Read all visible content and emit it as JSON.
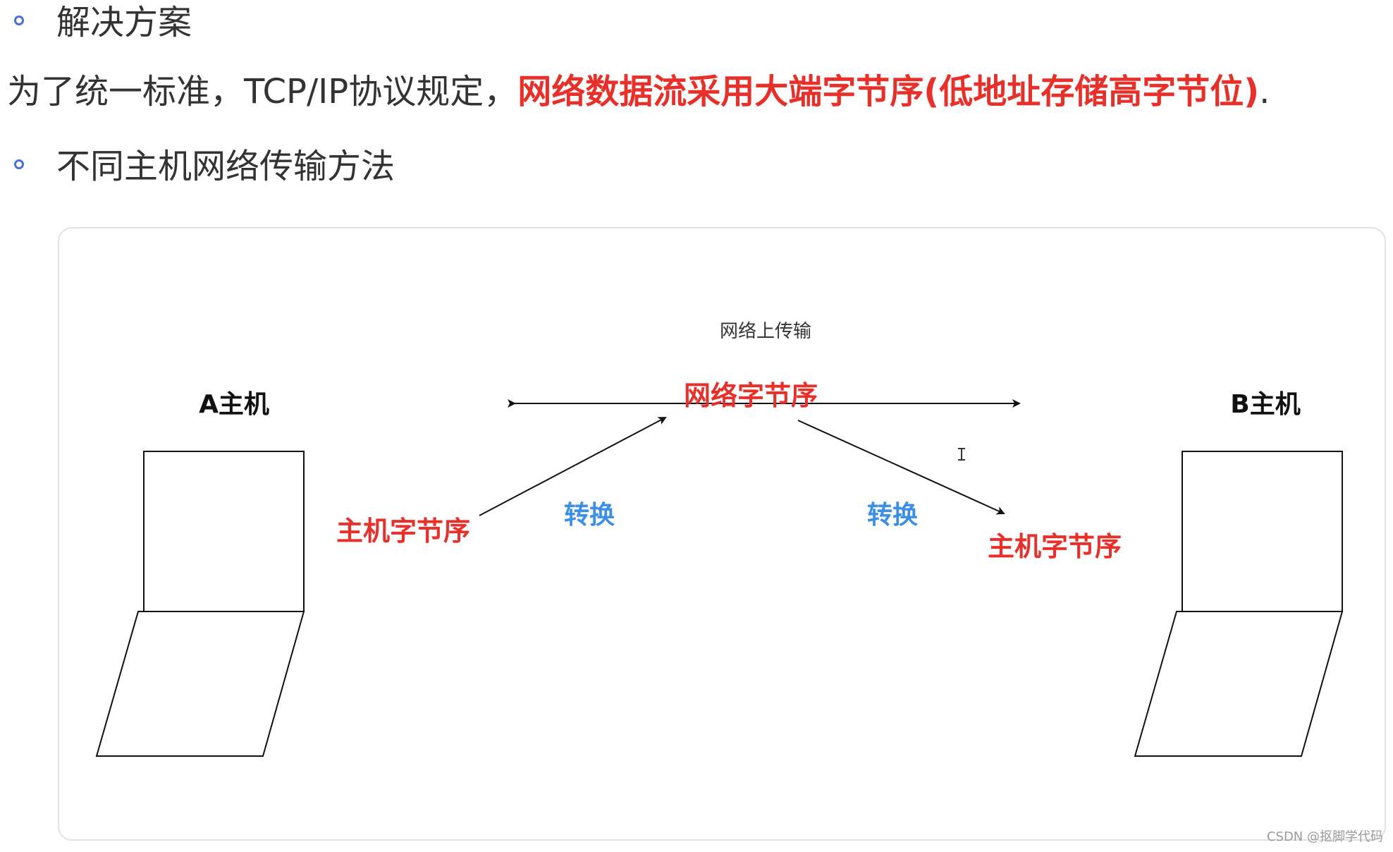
{
  "header": {
    "section1": "解决方案",
    "para_prefix": "为了统一标准，TCP/IP协议规定，",
    "para_highlight": "网络数据流采用大端字节序(低地址存储高字节位)",
    "para_suffix": ".",
    "section2": "不同主机网络传输方法"
  },
  "diagram": {
    "network_transfer_label": "网络上传输",
    "network_order_label": "网络字节序",
    "host_a_label": "A主机",
    "host_b_label": "B主机",
    "host_order_left": "主机字节序",
    "host_order_right": "主机字节序",
    "convert_left": "转换",
    "convert_right": "转换",
    "colors": {
      "red": "#e8302a",
      "blue": "#3b8fe6",
      "black": "#111111"
    }
  },
  "watermark": "CSDN @抠脚学代码"
}
